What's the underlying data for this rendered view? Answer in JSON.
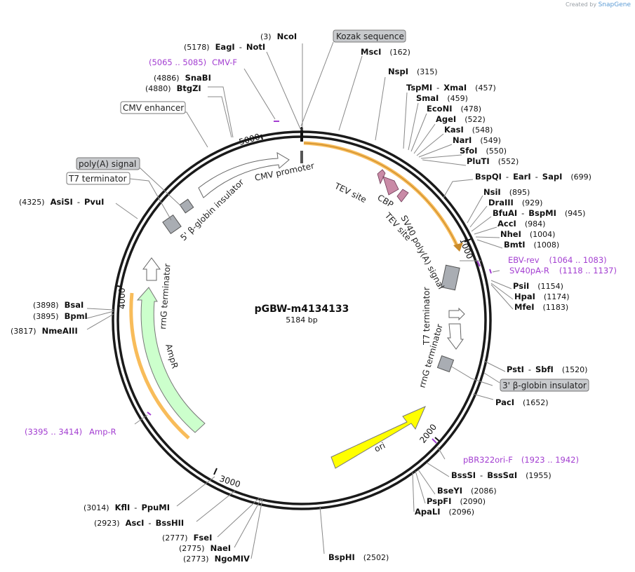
{
  "credit": {
    "prefix": "Created by",
    "brand": "SnapGene"
  },
  "plasmid": {
    "name": "pGBW-m4134133",
    "length_label": "5184 bp"
  },
  "ticks": [
    "1000",
    "2000",
    "3000",
    "4000",
    "5000"
  ],
  "enzymes": {
    "ncoi": {
      "name": "NcoI",
      "pos": "(3)"
    },
    "msci": {
      "name": "MscI",
      "pos": "(162)"
    },
    "nspi": {
      "name": "NspI",
      "pos": "(315)"
    },
    "tspmi": {
      "name": "TspMI",
      "name2": "XmaI",
      "pos": "(457)"
    },
    "smai": {
      "name": "SmaI",
      "pos": "(459)"
    },
    "econi": {
      "name": "EcoNI",
      "pos": "(478)"
    },
    "agei": {
      "name": "AgeI",
      "pos": "(522)"
    },
    "kasi": {
      "name": "KasI",
      "pos": "(548)"
    },
    "nari": {
      "name": "NarI",
      "pos": "(549)"
    },
    "sfoi": {
      "name": "SfoI",
      "pos": "(550)"
    },
    "pluti": {
      "name": "PluTI",
      "pos": "(552)"
    },
    "bspqi": {
      "name": "BspQI",
      "name2": "EarI",
      "name3": "SapI",
      "pos": "(699)"
    },
    "nsii": {
      "name": "NsiI",
      "pos": "(895)"
    },
    "draiii": {
      "name": "DraIII",
      "pos": "(929)"
    },
    "bfuai": {
      "name": "BfuAI",
      "name2": "BspMI",
      "pos": "(945)"
    },
    "acci": {
      "name": "AccI",
      "pos": "(984)"
    },
    "nhei": {
      "name": "NheI",
      "pos": "(1004)"
    },
    "bmti": {
      "name": "BmtI",
      "pos": "(1008)"
    },
    "psii": {
      "name": "PsiI",
      "pos": "(1154)"
    },
    "hpai": {
      "name": "HpaI",
      "pos": "(1174)"
    },
    "mfei": {
      "name": "MfeI",
      "pos": "(1183)"
    },
    "psti": {
      "name": "PstI",
      "name2": "SbfI",
      "pos": "(1520)"
    },
    "paci": {
      "name": "PacI",
      "pos": "(1652)"
    },
    "bsssi": {
      "name": "BssSI",
      "name2": "BssSαI",
      "pos": "(1955)"
    },
    "bseyi": {
      "name": "BseYI",
      "pos": "(2086)"
    },
    "pspfi": {
      "name": "PspFI",
      "pos": "(2090)"
    },
    "apali": {
      "name": "ApaLI",
      "pos": "(2096)"
    },
    "bsphi": {
      "name": "BspHI",
      "pos": "(2502)"
    },
    "ngomiv": {
      "name": "NgoMIV",
      "pos": "(2773)"
    },
    "naei": {
      "name": "NaeI",
      "pos": "(2775)"
    },
    "fsei": {
      "name": "FseI",
      "pos": "(2777)"
    },
    "asci": {
      "name": "AscI",
      "name2": "BssHII",
      "pos": "(2923)"
    },
    "kfli": {
      "name": "KflI",
      "name2": "PpuMI",
      "pos": "(3014)"
    },
    "nmeaiii": {
      "name": "NmeAIII",
      "pos": "(3817)"
    },
    "bpmi": {
      "name": "BpmI",
      "pos": "(3895)"
    },
    "bsai": {
      "name": "BsaI",
      "pos": "(3898)"
    },
    "asisi": {
      "name": "AsiSI",
      "name2": "PvuI",
      "pos": "(4325)"
    },
    "btgzi": {
      "name": "BtgZI",
      "pos": "(4880)"
    },
    "snabi": {
      "name": "SnaBI",
      "pos": "(4886)"
    },
    "eagi": {
      "name": "EagI",
      "name2": "NotI",
      "pos": "(5178)"
    }
  },
  "primers": {
    "cmvf": {
      "name": "CMV-F",
      "range": "(5065 .. 5085)"
    },
    "ebvrev": {
      "name": "EBV-rev",
      "range": "(1064 .. 1083)"
    },
    "sv40pa": {
      "name": "SV40pA-R",
      "range": "(1118 .. 1137)"
    },
    "pbr322": {
      "name": "pBR322ori-F",
      "range": "(1923 .. 1942)"
    },
    "ampr": {
      "name": "Amp-R",
      "range": "(3395 .. 3414)"
    }
  },
  "boxed_labels": {
    "kozak": "Kozak sequence",
    "cmv_enhancer": "CMV enhancer",
    "polya": "poly(A) signal",
    "t7term": "T7 terminator",
    "globin3": "3' β-globin insulator"
  },
  "features": {
    "cmv_promoter": "CMV promoter",
    "globin5": "5' β-globin insulator",
    "tev1": "TEV site",
    "cbp": "CBP",
    "tev2": "TEV site",
    "sv40polya": "SV40 poly(A) signal",
    "t7terminator": "T7 terminator",
    "rrng_right": "rrnG terminator",
    "ori": "ori",
    "ampr": "AmpR",
    "rrng_left": "rrnG terminator"
  },
  "colors": {
    "backbone": "#1a1a1a",
    "orf_highlight": "#f5a623",
    "ori": "#ffff00",
    "ampr": "#ccffcc",
    "primer": "#a33ed1",
    "tag": "#c98aa6",
    "terminator_box": "#a9adb3"
  }
}
